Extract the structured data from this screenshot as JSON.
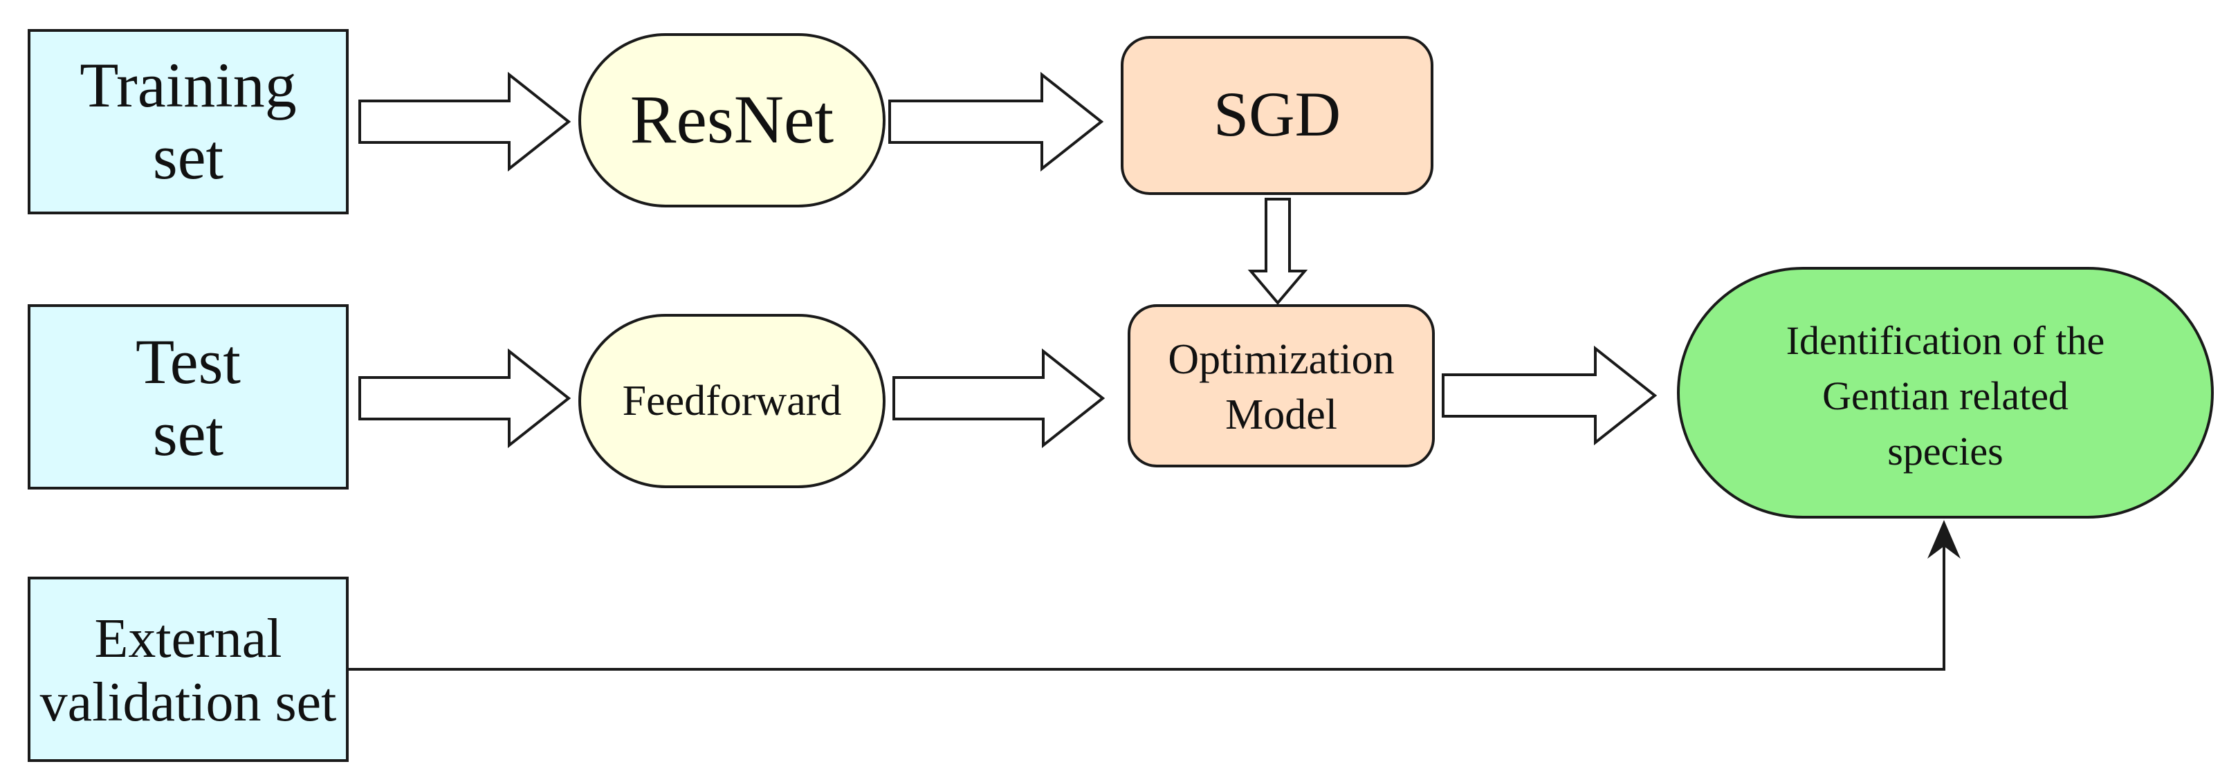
{
  "colors": {
    "input_fill": "#dcfbff",
    "process_fill": "#ffffe0",
    "optimizer_fill": "#ffdfc4",
    "output_fill": "#90f088",
    "stroke": "#1a1a1a"
  },
  "nodes": {
    "training_set": {
      "line1": "Training",
      "line2": "set"
    },
    "test_set": {
      "line1": "Test",
      "line2": "set"
    },
    "external_validation_set": {
      "line1": "External",
      "line2": "validation set"
    },
    "resnet": {
      "label": "ResNet"
    },
    "feedforward": {
      "label": "Feedforward"
    },
    "sgd": {
      "label": "SGD"
    },
    "optimization_model": {
      "line1": "Optimization",
      "line2": "Model"
    },
    "identification": {
      "line1": "Identification of the",
      "line2": "Gentian related",
      "line3": "species"
    }
  }
}
